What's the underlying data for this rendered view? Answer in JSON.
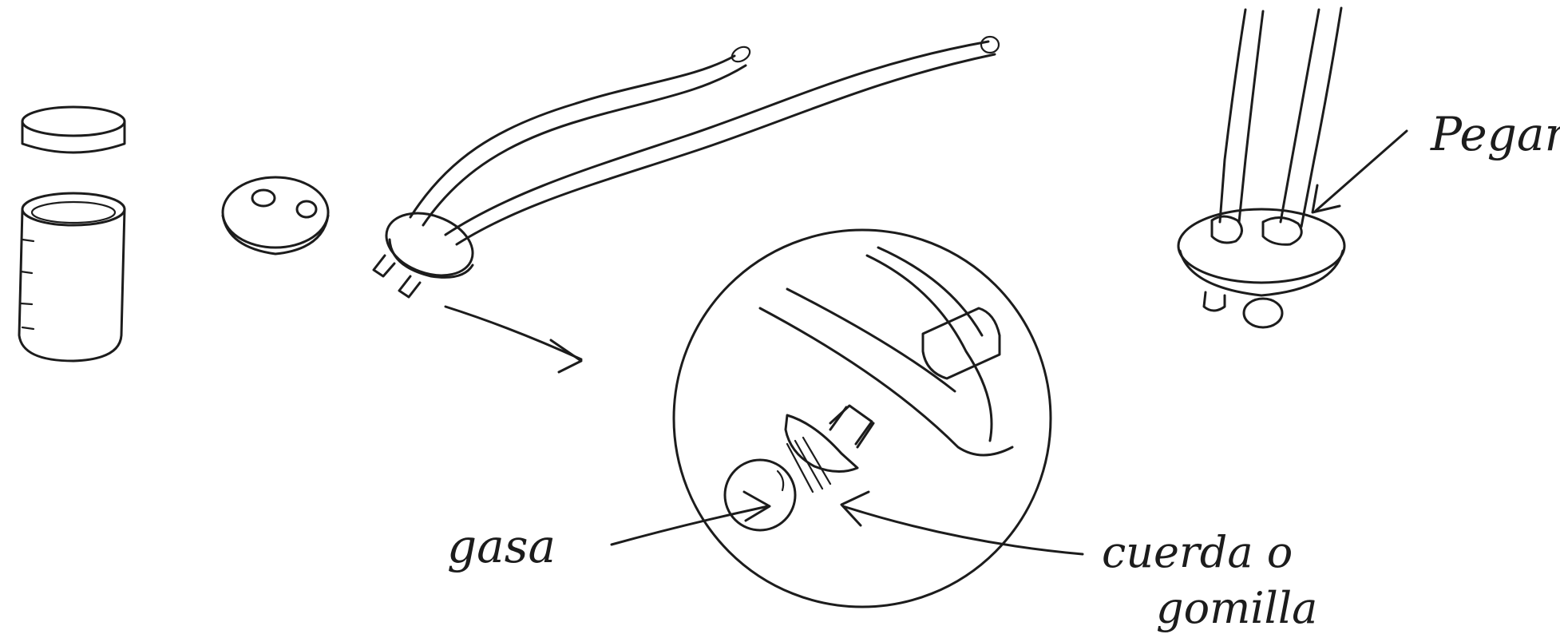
{
  "diagram": {
    "labels": {
      "pegar": "Pegar",
      "gasa": "gasa",
      "cuerda_line1": "cuerda o",
      "cuerda_line2": "gomilla"
    }
  }
}
